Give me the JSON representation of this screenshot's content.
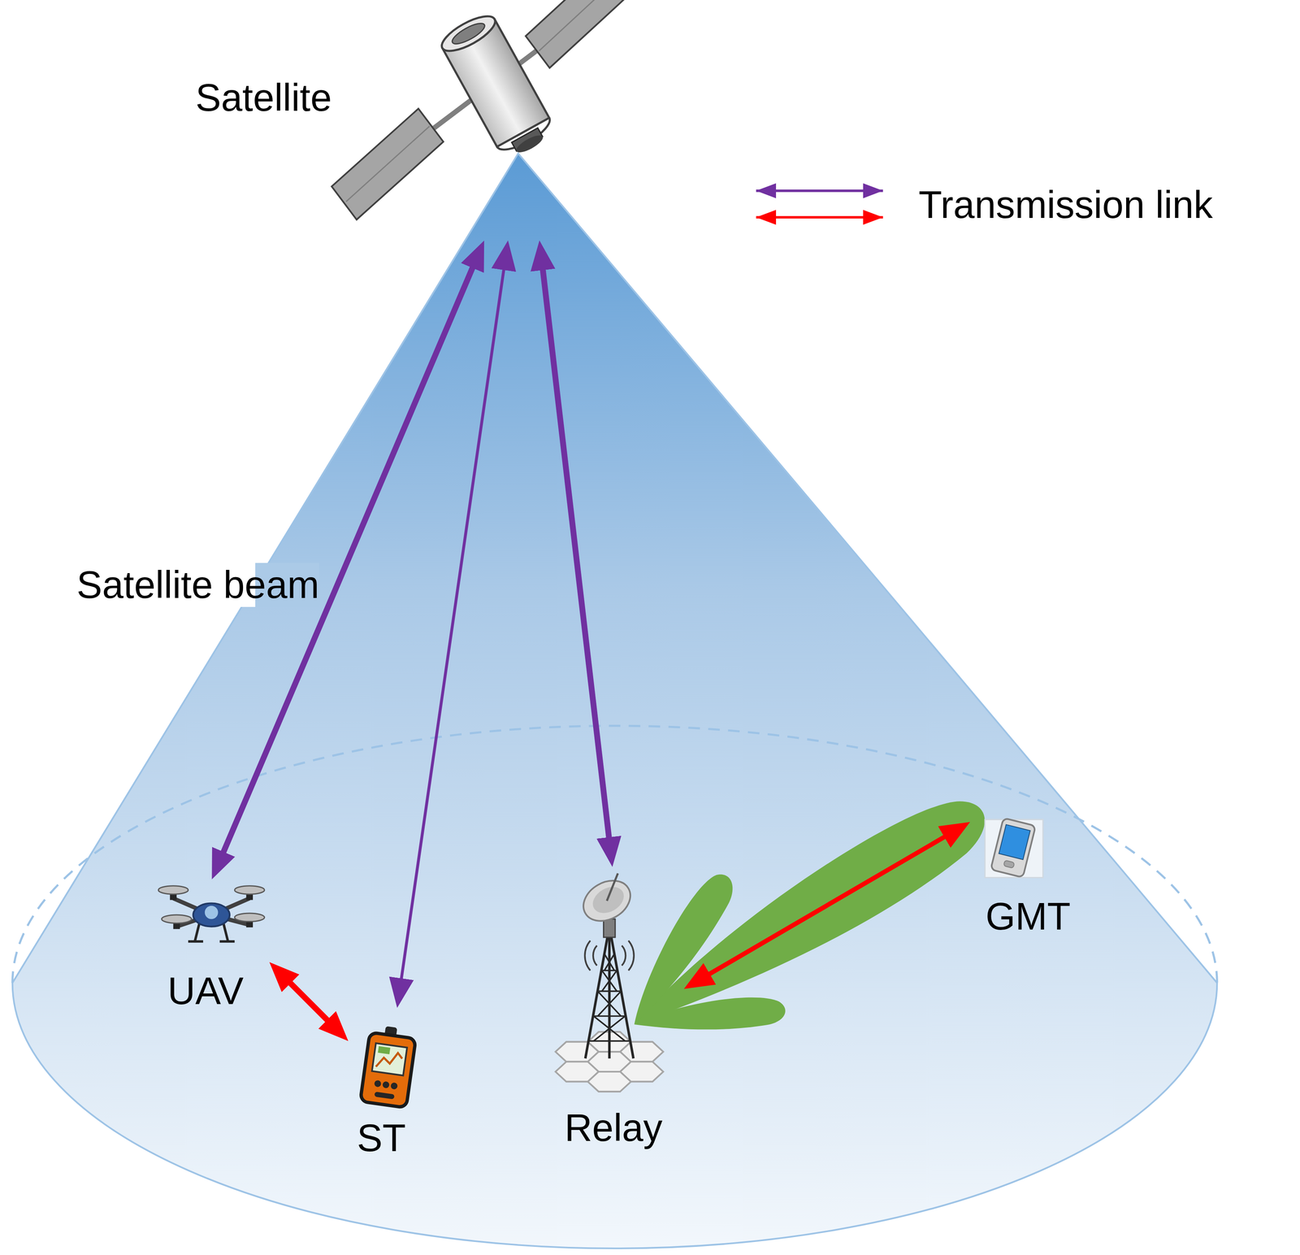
{
  "diagram": {
    "nodes": [
      {
        "text": [
          "Satellite"
        ]
      },
      {
        "text": [
          "UAV"
        ]
      },
      {
        "text": [
          "ST"
        ]
      },
      {
        "text": [
          "Relay"
        ]
      },
      {
        "text": [
          "GMT"
        ]
      }
    ],
    "edges": [
      {
        "from": 0,
        "to": 1,
        "arrow": "both"
      },
      {
        "from": 0,
        "to": 2,
        "arrow": "both"
      },
      {
        "from": 0,
        "to": 3,
        "arrow": "both"
      },
      {
        "from": 1,
        "to": 2,
        "arrow": "both"
      },
      {
        "from": 3,
        "to": 4,
        "arrow": "both"
      }
    ],
    "labels": [
      "Satellite beam"
    ],
    "legend": [
      {
        "text": "Transmission link"
      }
    ]
  }
}
